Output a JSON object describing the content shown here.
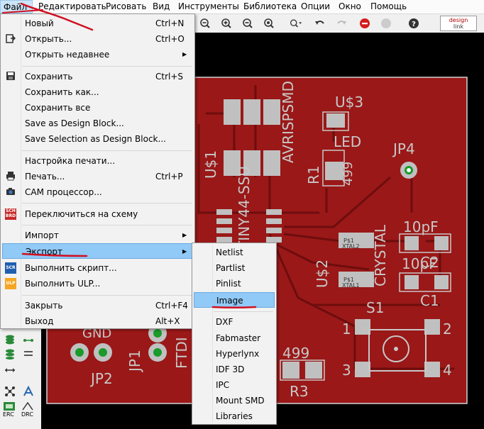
{
  "menubar": {
    "items": [
      "Файл",
      "Редактировать",
      "Рисовать",
      "Вид",
      "Инструменты",
      "Библиотека",
      "Опции",
      "Окно",
      "Помощь"
    ]
  },
  "toolbar": {
    "design_link_line1": "design",
    "design_link_line2": "link"
  },
  "file_menu": {
    "items": [
      {
        "label": "Новый",
        "shortcut": "Ctrl+N"
      },
      {
        "label": "Открыть...",
        "shortcut": "Ctrl+O"
      },
      {
        "label": "Открыть недавнее",
        "submenu": true
      },
      {
        "label": "Сохранить",
        "shortcut": "Ctrl+S"
      },
      {
        "label": "Сохранить как..."
      },
      {
        "label": "Сохранить все"
      },
      {
        "label": "Save as Design Block..."
      },
      {
        "label": "Save Selection as Design Block..."
      },
      {
        "label": "Настройка печати..."
      },
      {
        "label": "Печать...",
        "shortcut": "Ctrl+P"
      },
      {
        "label": "CAM процессор..."
      },
      {
        "label": "Переключиться на схему"
      },
      {
        "label": "Импорт",
        "submenu": true
      },
      {
        "label": "Экспорт",
        "submenu": true
      },
      {
        "label": "Выполнить скрипт..."
      },
      {
        "label": "Выполнить ULP..."
      },
      {
        "label": "Закрыть",
        "shortcut": "Ctrl+F4"
      },
      {
        "label": "Выход",
        "shortcut": "Alt+X"
      }
    ]
  },
  "export_submenu": {
    "items": [
      "Netlist",
      "Partlist",
      "Pinlist",
      "Image",
      "DXF",
      "Fabmaster",
      "Hyperlynx",
      "IDF 3D",
      "IPC",
      "Mount SMD",
      "Libraries"
    ]
  },
  "icons": {
    "sch_brd_top": "SCH",
    "sch_brd_bottom": "BRD",
    "scr": "SCR",
    "ulp": "ULP",
    "erc": "ERC",
    "drc": "DRC"
  },
  "board": {
    "labels": {
      "u3": "U$3",
      "led": "LED",
      "avrispsmd": "AVRISPSMD",
      "u1": "U$1",
      "attiny": "ATTINY44-SSU",
      "r1": "R1",
      "r1v": "499",
      "jp4": "JP4",
      "c10pf1": "10pF",
      "c10pf2": "10pF",
      "crystal": "CRYSTAL",
      "u2": "U$2",
      "c1": "C1",
      "c2": "C2",
      "s1": "S1",
      "pin1": "1",
      "pin2": "2",
      "pin3": "3",
      "pin4": "4",
      "gnd": "GND",
      "jp1": "JP1",
      "jp2": "JP2",
      "ftdi": "FTDI",
      "r3v": "499",
      "r3": "R3",
      "xtal2": "XTAL2",
      "xtal1": "XTAL1",
      "p1": "P$1",
      "p2": "P$1"
    }
  },
  "colors": {
    "board": "#9a1818",
    "trace": "#8b1414",
    "pad": "#c0c0c0",
    "silk": "#c8c8c8",
    "annotation": "#d01020",
    "highlight": "#91c9f7"
  }
}
